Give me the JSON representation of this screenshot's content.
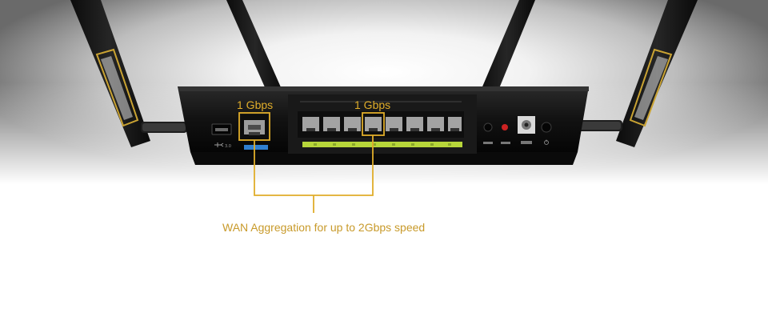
{
  "labels": {
    "wan_port_speed": "1 Gbps",
    "lan_port_speed": "1 Gbps",
    "aggregation_caption": "WAN Aggregation for up to 2Gbps speed"
  },
  "colors": {
    "accent_gold": "#e0ad2a",
    "router_body": "#161616",
    "led_green": "#b7d63a",
    "usb_blue": "#2f7fd0"
  },
  "icons": [
    "usb-icon",
    "power-icon"
  ]
}
